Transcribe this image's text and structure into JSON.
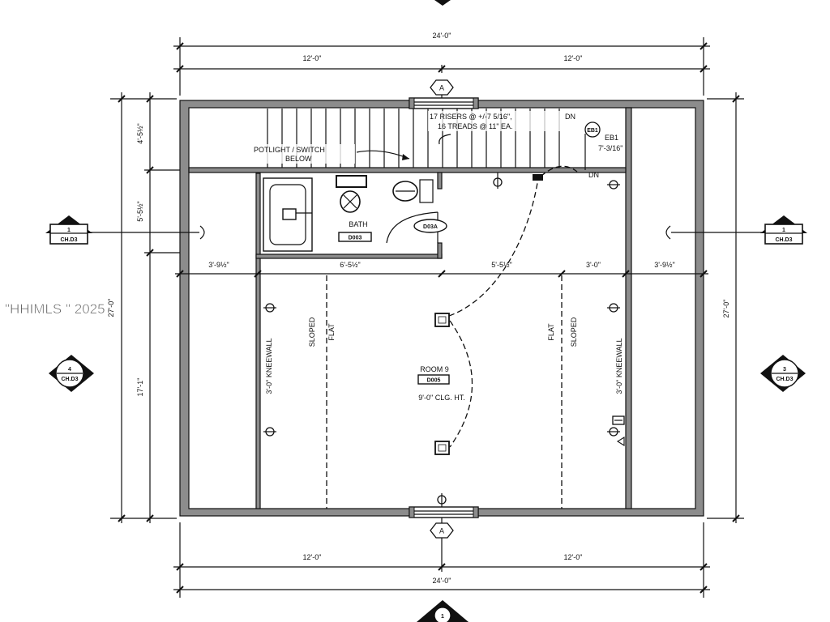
{
  "watermark": "\"HHIMLS \" 2025",
  "grid_markers": {
    "top": "A",
    "bottom": "A"
  },
  "dimensions": {
    "top_overall": "24'-0\"",
    "top_left": "12'-0\"",
    "top_right": "12'-0\"",
    "bottom_left": "12'-0\"",
    "bottom_right": "12'-0\"",
    "bottom_overall": "24'-0\"",
    "left_segments": [
      "4'-5½\"",
      "5'-5½\"",
      "17'-1\""
    ],
    "left_overall": "27'-0\"",
    "right_overall": "27'-0\"",
    "interior_row": [
      "3'-9½\"",
      "6'-5½\"",
      "5'-5½\"",
      "3'-0\"",
      "3'-9½\""
    ]
  },
  "stair": {
    "note_line1": "17 RISERS @ +/-7 5/16\",",
    "note_line2": "16 TREADS @ 11\" EA.",
    "dn_upper": "DN",
    "dn_lower": "DN",
    "switch_note_line1": "POTLIGHT / SWITCH",
    "switch_note_line2": "BELOW"
  },
  "beam": {
    "tag": "EB1",
    "label": "EB1",
    "size": "7'-3/16\""
  },
  "bath": {
    "name": "BATH",
    "room_number": "D003",
    "door_tag": "D03A"
  },
  "main_room": {
    "name": "ROOM 9",
    "room_number": "D005",
    "ceiling": "9'-0\" CLG. HT."
  },
  "kneewall_left": {
    "sloped": "SLOPED",
    "flat": "FLAT",
    "kneewall": "3'-0\" KNEEWALL"
  },
  "kneewall_right": {
    "flat": "FLAT",
    "sloped": "SLOPED",
    "kneewall": "3'-0\" KNEEWALL"
  },
  "section_markers": [
    {
      "number": "1",
      "sheet": "CH.D3"
    },
    {
      "number": "1",
      "sheet": "CH.D3"
    },
    {
      "number": "4",
      "sheet": "CH.D3"
    },
    {
      "number": "3",
      "sheet": "CH.D3"
    },
    {
      "number": "1"
    }
  ]
}
